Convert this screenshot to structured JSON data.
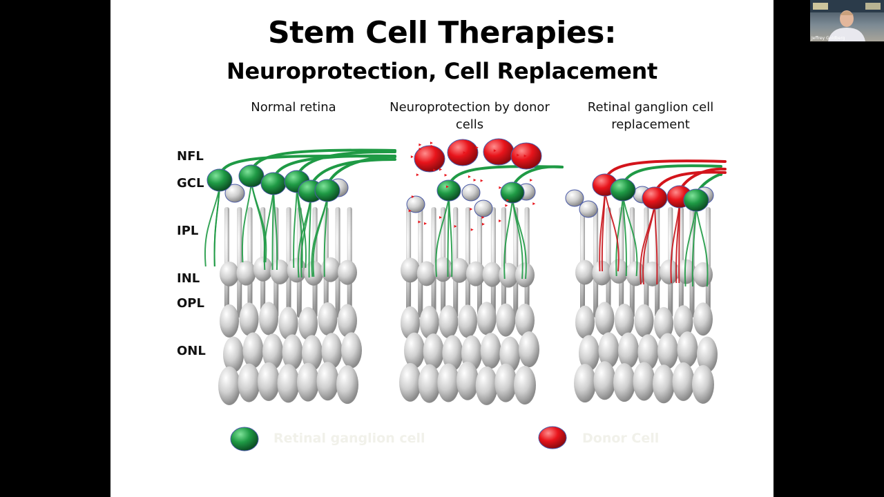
{
  "slide": {
    "title": "Stem Cell Therapies:",
    "subtitle": "Neuroprotection, Cell Replacement",
    "panels": [
      {
        "title": "Normal retina"
      },
      {
        "title": "Neuroprotection by donor cells"
      },
      {
        "title": "Retinal ganglion cell replacement"
      }
    ],
    "layers": [
      "NFL",
      "GCL",
      "IPL",
      "INL",
      "OPL",
      "ONL"
    ],
    "legend": {
      "rgc_label": "Retinal ganglion cell",
      "donor_label": "Donor Cell"
    },
    "colors": {
      "rgc": "#1f9a45",
      "donor": "#e8141b",
      "neuron": "#c9c9c9",
      "background": "#ffffff"
    }
  },
  "video": {
    "participant_name": "Jeffrey Goldberg"
  }
}
